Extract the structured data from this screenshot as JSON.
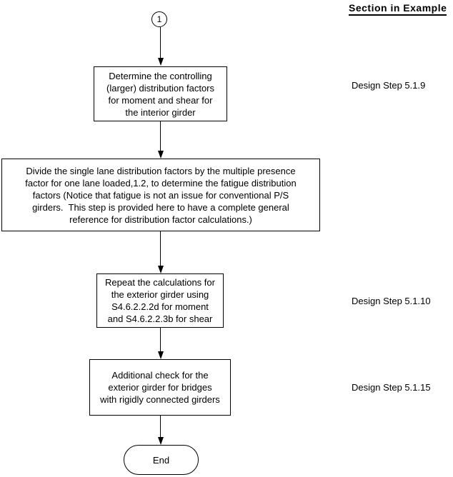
{
  "header": {
    "title": "Section in Example"
  },
  "colors": {
    "ink": "#000000",
    "background": "#ffffff"
  },
  "flowchart": {
    "connector": {
      "label": "1"
    },
    "boxes": [
      {
        "text": "Determine the controlling\n(larger) distribution factors\nfor moment and shear for\nthe interior girder",
        "section": "Design Step 5.1.9"
      },
      {
        "text": "Divide the single lane distribution factors by the multiple presence\nfactor for one lane loaded,1.2, to determine the fatigue distribution\nfactors (Notice that fatigue is not an issue for conventional P/S\ngirders.  This step is provided here to have a complete general\nreference for distribution factor calculations.)"
      },
      {
        "text": "Repeat the calculations for\nthe exterior girder using\nS4.6.2.2.2d for moment\nand S4.6.2.2.3b for shear",
        "section": "Design Step 5.1.10"
      },
      {
        "text": "Additional check for the\nexterior girder for bridges\nwith rigidly connected girders",
        "section": "Design Step 5.1.15"
      }
    ],
    "terminator": {
      "label": "End"
    }
  }
}
